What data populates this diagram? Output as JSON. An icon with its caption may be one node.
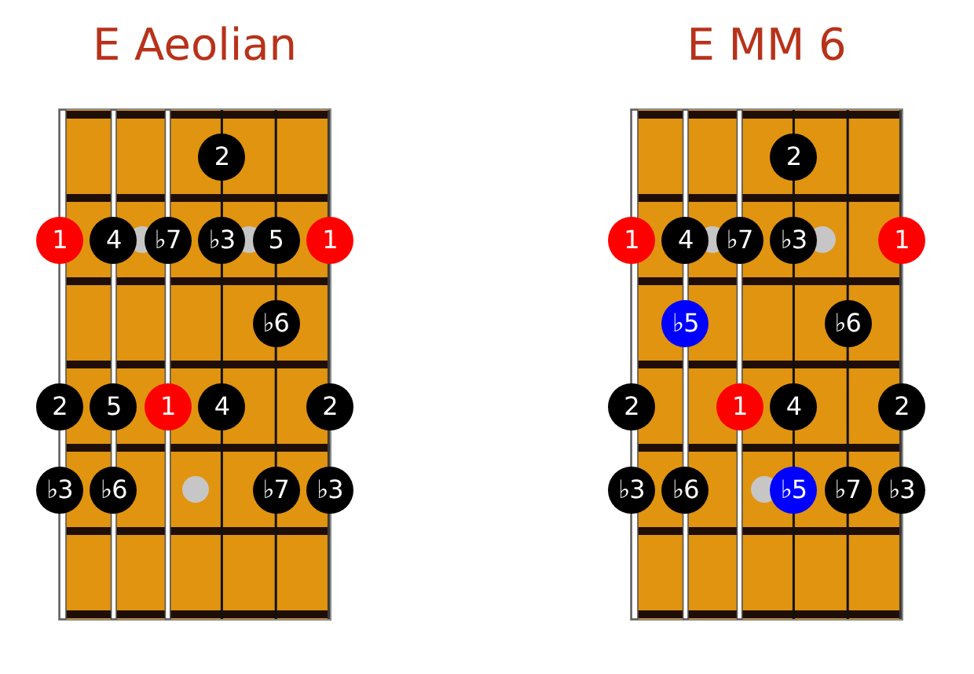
{
  "diagram": {
    "nodes": [
      {
        "text": [
          "E Aeolian"
        ]
      },
      {
        "text": [
          "2"
        ],
        "in": 0
      },
      {
        "text": [
          "1"
        ],
        "in": 0
      },
      {
        "text": [
          "4"
        ],
        "in": 0
      },
      {
        "text": [
          "♭7"
        ],
        "in": 0
      },
      {
        "text": [
          "♭3"
        ],
        "in": 0
      },
      {
        "text": [
          "5"
        ],
        "in": 0
      },
      {
        "text": [
          "1"
        ],
        "in": 0
      },
      {
        "text": [
          "♭6"
        ],
        "in": 0
      },
      {
        "text": [
          "2"
        ],
        "in": 0
      },
      {
        "text": [
          "5"
        ],
        "in": 0
      },
      {
        "text": [
          "1"
        ],
        "in": 0
      },
      {
        "text": [
          "4"
        ],
        "in": 0
      },
      {
        "text": [
          "2"
        ],
        "in": 0
      },
      {
        "text": [
          "♭3"
        ],
        "in": 0
      },
      {
        "text": [
          "♭6"
        ],
        "in": 0
      },
      {
        "text": [
          "♭7"
        ],
        "in": 0
      },
      {
        "text": [
          "♭3"
        ],
        "in": 0
      },
      {
        "text": [
          "E MM 6"
        ]
      },
      {
        "text": [
          "2"
        ],
        "in": 18
      },
      {
        "text": [
          "1"
        ],
        "in": 18
      },
      {
        "text": [
          "4"
        ],
        "in": 18
      },
      {
        "text": [
          "♭7"
        ],
        "in": 18
      },
      {
        "text": [
          "♭3"
        ],
        "in": 18
      },
      {
        "text": [
          "1"
        ],
        "in": 18
      },
      {
        "text": [
          "♭5"
        ],
        "in": 18
      },
      {
        "text": [
          "♭6"
        ],
        "in": 18
      },
      {
        "text": [
          "2"
        ],
        "in": 18
      },
      {
        "text": [
          "1"
        ],
        "in": 18
      },
      {
        "text": [
          "4"
        ],
        "in": 18
      },
      {
        "text": [
          "2"
        ],
        "in": 18
      },
      {
        "text": [
          "♭3"
        ],
        "in": 18
      },
      {
        "text": [
          "♭6"
        ],
        "in": 18
      },
      {
        "text": [
          "♭5"
        ],
        "in": 18
      },
      {
        "text": [
          "♭7"
        ],
        "in": 18
      },
      {
        "text": [
          "♭3"
        ],
        "in": 18
      }
    ]
  }
}
